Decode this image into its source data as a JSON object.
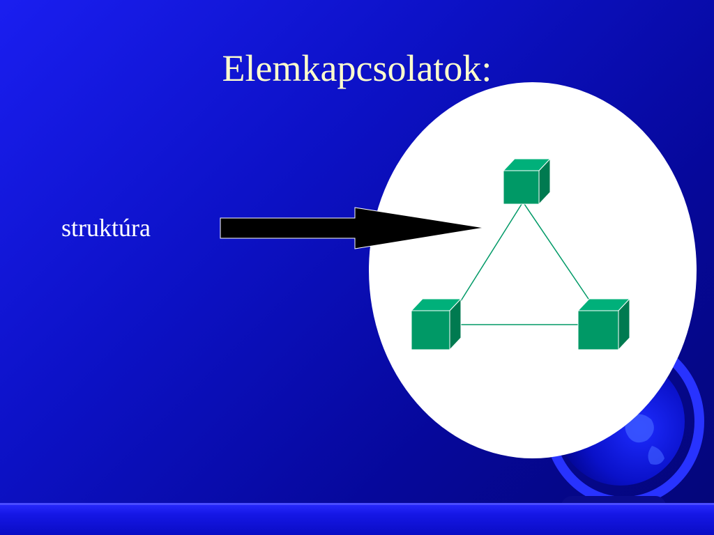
{
  "slide": {
    "title": "Elemkapcsolatok:",
    "label": "struktúra"
  },
  "colors": {
    "background": "#0d12c8",
    "title": "#ffffcc",
    "label": "#ffffff",
    "ellipse": "#ffffff",
    "cube": "#009966",
    "connector": "#009966",
    "arrow": "#000000"
  },
  "diagram": {
    "nodes": [
      "top-cube",
      "left-cube",
      "right-cube"
    ],
    "edges": [
      [
        "top-cube",
        "left-cube"
      ],
      [
        "top-cube",
        "right-cube"
      ],
      [
        "left-cube",
        "right-cube"
      ]
    ],
    "arrow_target": "diagram-ellipse"
  },
  "icons": [
    "globe-icon",
    "cube-icon",
    "arrow-icon"
  ]
}
